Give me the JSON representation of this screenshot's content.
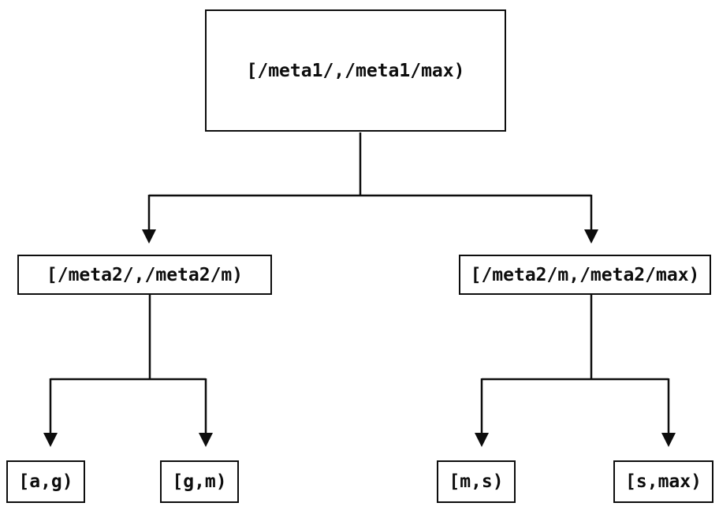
{
  "diagram": {
    "type": "tree",
    "nodes": {
      "root": {
        "label": "[/meta1/,/meta1/max)"
      },
      "left_child": {
        "label": "[/meta2/,/meta2/m)"
      },
      "right_child": {
        "label": "[/meta2/m,/meta2/max)"
      },
      "leaf_ag": {
        "label": "[a,g)"
      },
      "leaf_gm": {
        "label": "[g,m)"
      },
      "leaf_ms": {
        "label": "[m,s)"
      },
      "leaf_smax": {
        "label": "[s,max)"
      }
    },
    "edges": [
      {
        "from": "root",
        "to": "left_child"
      },
      {
        "from": "root",
        "to": "right_child"
      },
      {
        "from": "left_child",
        "to": "leaf_ag"
      },
      {
        "from": "left_child",
        "to": "leaf_gm"
      },
      {
        "from": "right_child",
        "to": "leaf_ms"
      },
      {
        "from": "right_child",
        "to": "leaf_smax"
      }
    ],
    "colors": {
      "line": "#0d0d0d",
      "text": "#0d0d0d",
      "box_background": "#ffffff",
      "page_background": "#ffffff"
    }
  }
}
